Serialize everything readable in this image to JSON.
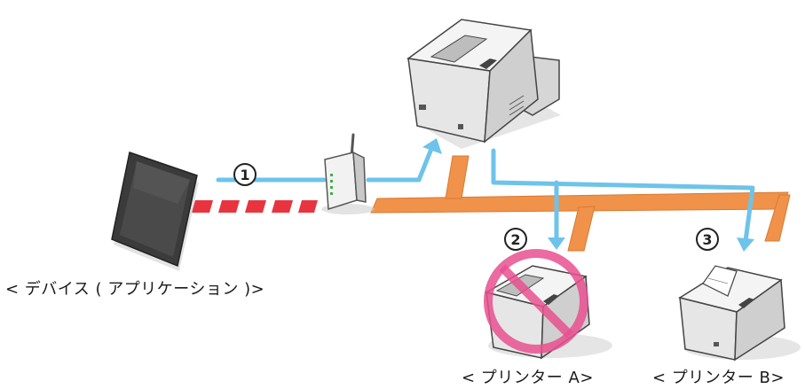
{
  "labels": {
    "device": "< デバイス ( アプリケーション )>",
    "printer_a": "< プリンター A>",
    "printer_b": "< プリンター B>"
  },
  "step_markers": [
    {
      "number": "1"
    },
    {
      "number": "2"
    },
    {
      "number": "3"
    }
  ],
  "colors": {
    "blue_line": "#6ec3ea",
    "orange_line": "#f0924a",
    "red_dashes": "#e8343f",
    "prohibit": "#e8508f",
    "device_body": "#3b3b3b",
    "printer_body": "#e4e4e4"
  },
  "icons": {
    "device": "tablet-icon",
    "router": "wireless-router-icon",
    "main_printer": "receipt-printer-icon",
    "printer_a": "receipt-printer-icon",
    "printer_b": "receipt-printer-icon",
    "prohibited": "prohibited-icon"
  }
}
